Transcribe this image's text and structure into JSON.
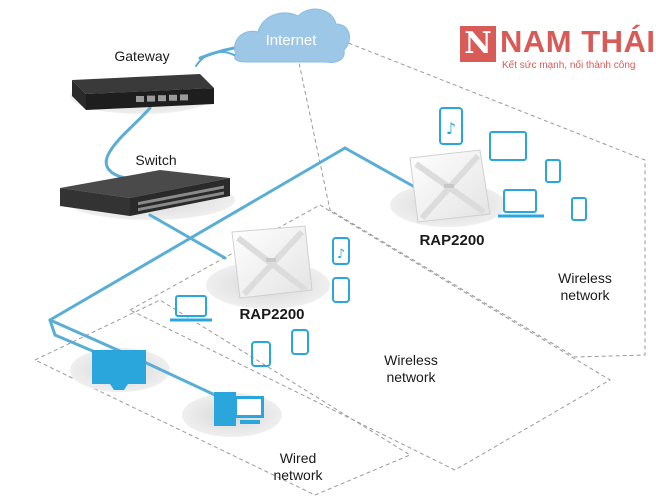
{
  "diagram": {
    "cloud_label": "Internet",
    "gateway_label": "Gateway",
    "switch_label": "Switch",
    "ap_left_label": "RAP2200",
    "ap_right_label": "RAP2200",
    "zone_wireless_left": [
      "Wireless",
      "network"
    ],
    "zone_wireless_right": [
      "Wireless",
      "network"
    ],
    "zone_wired": [
      "Wired",
      "network"
    ]
  },
  "logo": {
    "mark": "N",
    "name": "NAM THÁI",
    "tagline": "Kết sức mạnh, nối thành công"
  },
  "colors": {
    "link": "#5aaed6",
    "cloud": "#9cc7e6",
    "device_blue": "#2aa6dc",
    "dashed_zone": "#9a9a9a",
    "brand": "#d95b57"
  }
}
